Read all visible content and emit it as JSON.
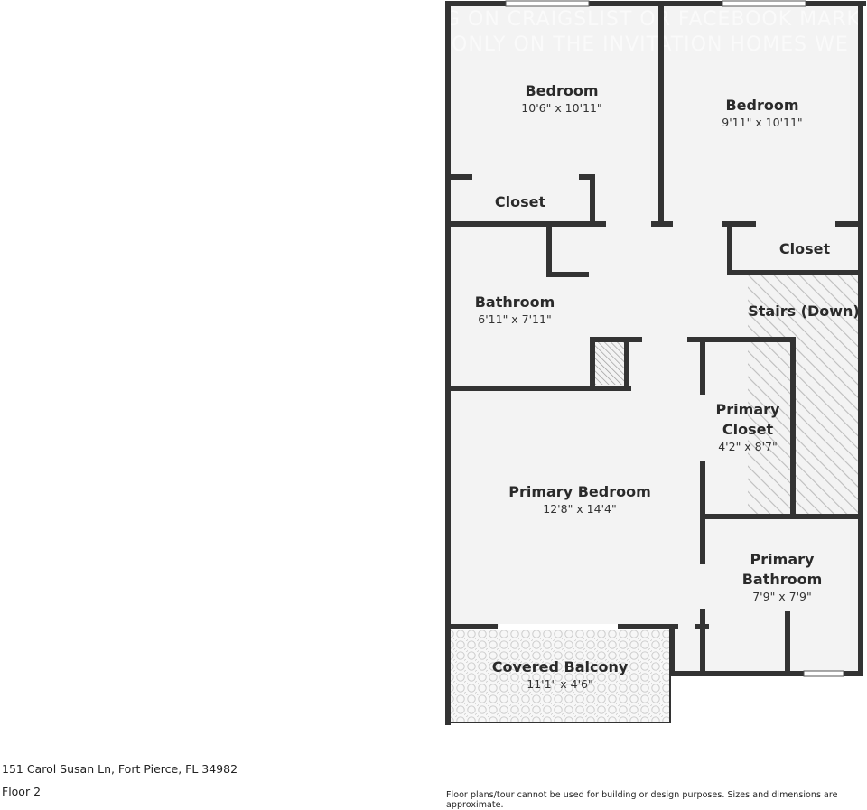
{
  "watermark": {
    "line1": "G ON CRAIGSLIST OR FACEBOOK MARK",
    "line2": "ONLY ON THE INVITATION HOMES WE"
  },
  "rooms": {
    "bedroom_1": {
      "name": "Bedroom",
      "dims": "10'6\" x 10'11\""
    },
    "bedroom_2": {
      "name": "Bedroom",
      "dims": "9'11\" x 10'11\""
    },
    "closet_1": {
      "name": "Closet"
    },
    "closet_2": {
      "name": "Closet"
    },
    "bathroom": {
      "name": "Bathroom",
      "dims": "6'11\" x 7'11\""
    },
    "stairs": {
      "name": "Stairs (Down)"
    },
    "primary_closet": {
      "name_line1": "Primary",
      "name_line2": "Closet",
      "dims": "4'2\" x 8'7\""
    },
    "primary_bedroom": {
      "name": "Primary Bedroom",
      "dims": "12'8\" x 14'4\""
    },
    "primary_bathroom": {
      "name_line1": "Primary",
      "name_line2": "Bathroom",
      "dims": "7'9\" x 7'9\""
    },
    "covered_balcony": {
      "name": "Covered Balcony",
      "dims": "11'1\" x 4'6\""
    }
  },
  "footer": {
    "address": "151 Carol Susan Ln, Fort Pierce, FL 34982",
    "floor": "Floor 2",
    "disclaimer": "Floor plans/tour cannot be used for building or design purposes. Sizes and dimensions are approximate."
  },
  "colors": {
    "wall": "#333333",
    "floor": "#f3f3f3",
    "stairs_hatch": "#bdbdbd",
    "balcony_tile": "#c9c9c9",
    "window": "#ffffff"
  }
}
